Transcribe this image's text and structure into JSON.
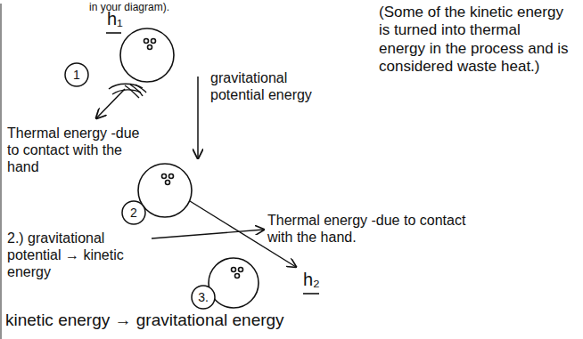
{
  "diagram": {
    "nodes": [
      {
        "text": [
          "1"
        ]
      },
      {
        "text": [
          "2"
        ]
      },
      {
        "text": [
          "3."
        ]
      }
    ],
    "labels": [
      "in your diagram).",
      "h₁",
      "gravitational potential energy",
      "(Some of the kinetic energy is turned into thermal energy in the process and is considered waste heat.)",
      "Thermal energy -due to contact with the hand",
      "2.) gravitational potential → kinetic energy",
      "Thermal energy -due to contact with the hand.",
      "h₂",
      "kinetic energy → gravitational energy"
    ]
  }
}
